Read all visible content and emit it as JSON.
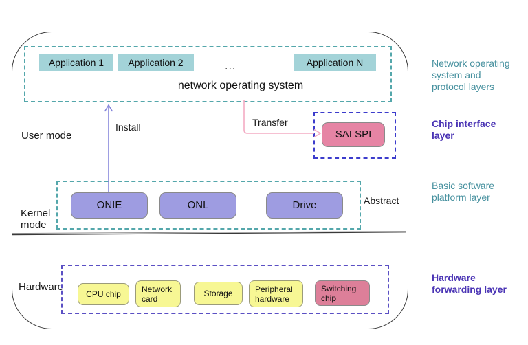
{
  "colors": {
    "teal_dash": "#54a7ab",
    "app_fill": "#a3d3d8",
    "purple_fill": "#9e9ce1",
    "pink_fill": "#e684a4",
    "pink_fill2": "#dd7f99",
    "yellow_fill": "#f7f794",
    "sai_dash": "#3c3ccc",
    "hw_dash": "#5b50c4",
    "install_arrow": "#8585da",
    "transfer_arrow": "#f3abc3",
    "side_teal": "#47919f",
    "side_purple": "#4b35b5"
  },
  "nos": {
    "applications": [
      "Application 1",
      "Application 2",
      "Application N"
    ],
    "ellipsis": "...",
    "title": "network operating system"
  },
  "annotations": {
    "user_mode": "User mode",
    "kernel_mode": "Kernel mode",
    "hardware": "Hardware",
    "install": "Install",
    "transfer": "Transfer",
    "abstract": "Abstract"
  },
  "chip_interface": {
    "box": "SAI SPI"
  },
  "kernel": {
    "boxes": [
      "ONIE",
      "ONL",
      "Drive"
    ]
  },
  "hardware": {
    "boxes": [
      "CPU chip",
      "Network card",
      "Storage",
      "Peripheral hardware",
      "Switching chip"
    ]
  },
  "side_labels": [
    "Network operating system and protocol layers",
    "Chip interface layer",
    "Basic software platform layer",
    "Hardware forwarding layer"
  ]
}
